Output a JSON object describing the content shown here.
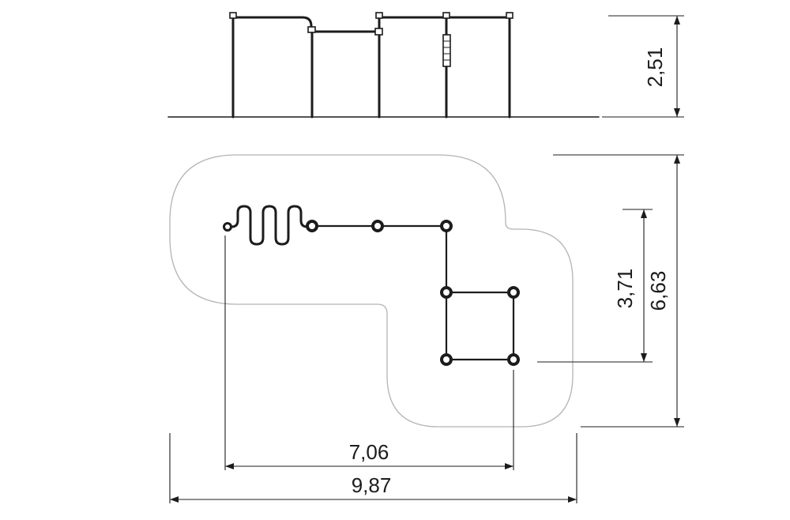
{
  "drawing": {
    "dimensions": {
      "elevation_height": "2,51",
      "plan_total_depth": "6,63",
      "plan_inner_depth": "3,71",
      "plan_inner_width": "7,06",
      "plan_total_width": "9,87"
    }
  },
  "colors": {
    "line": "#1c1c1c",
    "outline": "#b4b4b4",
    "dim": "#1c1c1c",
    "bg": "#ffffff"
  }
}
